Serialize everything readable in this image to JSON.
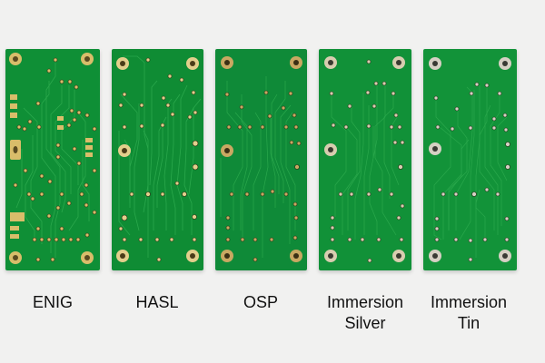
{
  "boards": [
    {
      "id": "enig",
      "label_line1": "ENIG",
      "label_line2": "",
      "pad_color": "#d9bd6a",
      "hole_color": "#5a4a20",
      "board_color": "#0f8f36"
    },
    {
      "id": "hasl",
      "label_line1": "HASL",
      "label_line2": "",
      "pad_color": "#e3cf8c",
      "hole_color": "#4a3c18",
      "board_color": "#0f8c34"
    },
    {
      "id": "osp",
      "label_line1": "OSP",
      "label_line2": "",
      "pad_color": "#c9a862",
      "hole_color": "#3b2f14",
      "board_color": "#0f8a38"
    },
    {
      "id": "immersion-silver",
      "label_line1": "Immersion",
      "label_line2": "Silver",
      "pad_color": "#d8cdb0",
      "hole_color": "#3a3a30",
      "board_color": "#119138"
    },
    {
      "id": "immersion-tin",
      "label_line1": "Immersion",
      "label_line2": "Tin",
      "pad_color": "#d6d0c4",
      "hole_color": "#3a3a35",
      "board_color": "#129339"
    }
  ],
  "colors": {
    "background": "#f1f1f0",
    "trace": "#2aa84c",
    "label_text": "#111111"
  }
}
